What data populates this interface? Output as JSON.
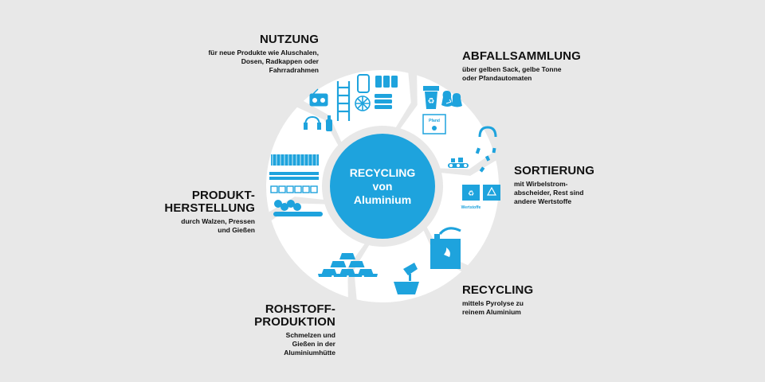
{
  "center": {
    "line1": "RECYCLING",
    "line2": "von",
    "line3": "Aluminium"
  },
  "stages": {
    "nutzung": {
      "title": "NUTZUNG",
      "desc": [
        "für neue Produkte wie Aluschalen,",
        "Dosen, Radkappen oder",
        "Fahrradrahmen"
      ]
    },
    "abfall": {
      "title": "ABFALLSAMMLUNG",
      "desc": [
        "über gelben Sack, gelbe Tonne",
        "oder Pfandautomaten"
      ]
    },
    "sortierung": {
      "title": "SORTIERUNG",
      "desc": [
        "mit Wirbelstrom-",
        "abscheider, Rest sind",
        "andere Wertstoffe"
      ]
    },
    "recycling": {
      "title": "RECYCLING",
      "desc": [
        "mittels Pyrolyse zu",
        "reinem Aluminium"
      ]
    },
    "rohstoff": {
      "title": [
        "ROHSTOFF-",
        "PRODUKTION"
      ],
      "desc": [
        "Schmelzen und",
        "Gießen in der",
        "Aluminiumhütte"
      ]
    },
    "produkt": {
      "title": [
        "PRODUKT-",
        "HERSTELLUNG"
      ],
      "desc": [
        "durch Walzen, Pressen",
        "und Gießen"
      ]
    }
  },
  "icon_labels": {
    "pfand": "Pfand",
    "wertstoffe": "Wertstoffe"
  },
  "colors": {
    "accent": "#1ea3dd",
    "ring": "#ffffff",
    "background": "#e8e8e8",
    "text": "#111111"
  }
}
